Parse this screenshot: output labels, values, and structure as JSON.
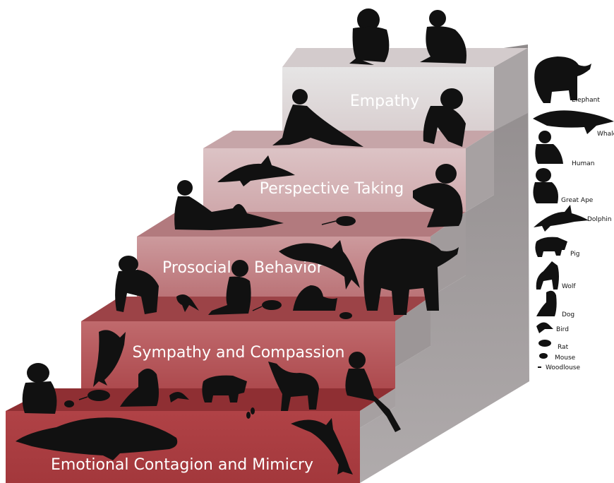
{
  "steps": [
    {
      "label": "Emotional Contagion and Mimicry",
      "front_color": "#a8373a",
      "top_color": "#8e2a2e"
    },
    {
      "label": "Sympathy and Compassion",
      "front_color": "#b9585b",
      "top_color": "#9e3c40"
    },
    {
      "label": "Prosocial",
      "label_b": "Behavior",
      "front_color": "#c7868a",
      "top_color": "#a9585c"
    },
    {
      "label": "Perspective Taking",
      "front_color": "#d8b5b7",
      "top_color": "#c1979a"
    },
    {
      "label": "Empathy",
      "front_color": "#e3e0e0",
      "top_color": "#d6cbcc"
    }
  ],
  "side_color": "#9a9596",
  "legend": [
    {
      "label": "Elephant",
      "icon": "elephant-icon"
    },
    {
      "label": "Whale",
      "icon": "whale-icon"
    },
    {
      "label": "Human",
      "icon": "human-icon"
    },
    {
      "label": "Great Ape",
      "icon": "great-ape-icon"
    },
    {
      "label": "Dolphin",
      "icon": "dolphin-icon"
    },
    {
      "label": "Pig",
      "icon": "pig-icon"
    },
    {
      "label": "Wolf",
      "icon": "wolf-icon"
    },
    {
      "label": "Dog",
      "icon": "dog-icon"
    },
    {
      "label": "Bird",
      "icon": "bird-icon"
    },
    {
      "label": "Rat",
      "icon": "rat-icon"
    },
    {
      "label": "Mouse",
      "icon": "mouse-icon"
    },
    {
      "label": "Woodlouse",
      "icon": "woodlouse-icon"
    }
  ]
}
